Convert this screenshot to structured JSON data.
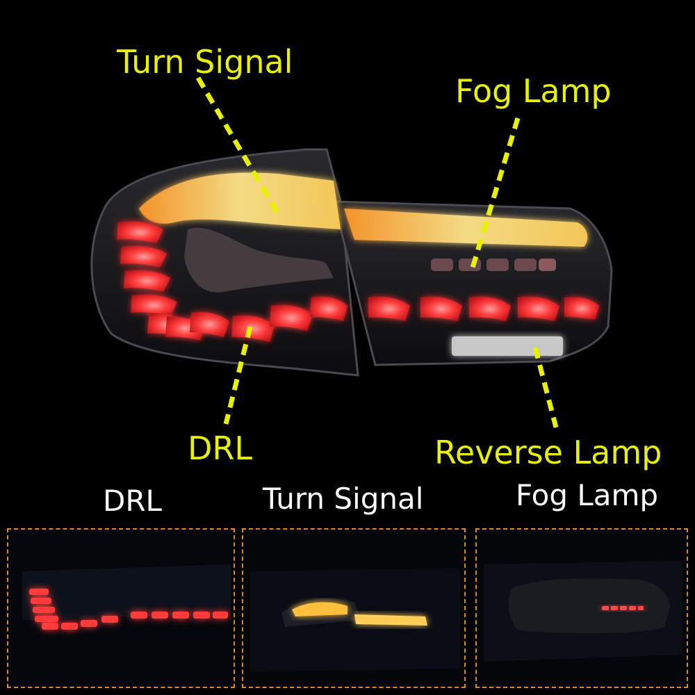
{
  "callouts": {
    "turn_signal": "Turn Signal",
    "fog_lamp": "Fog Lamp",
    "drl": "DRL",
    "reverse_lamp": "Reverse Lamp"
  },
  "captions": {
    "drl": "DRL",
    "turn_signal": "Turn Signal",
    "fog_lamp": "Fog Lamp"
  },
  "colors": {
    "callout_text": "#e8f200",
    "caption_text": "#ffffff",
    "panel_border": "#d98a2a",
    "drl_red": "#ff3b3b",
    "turn_amber": "#ffd24a",
    "reverse_white": "#e8e8e8"
  }
}
